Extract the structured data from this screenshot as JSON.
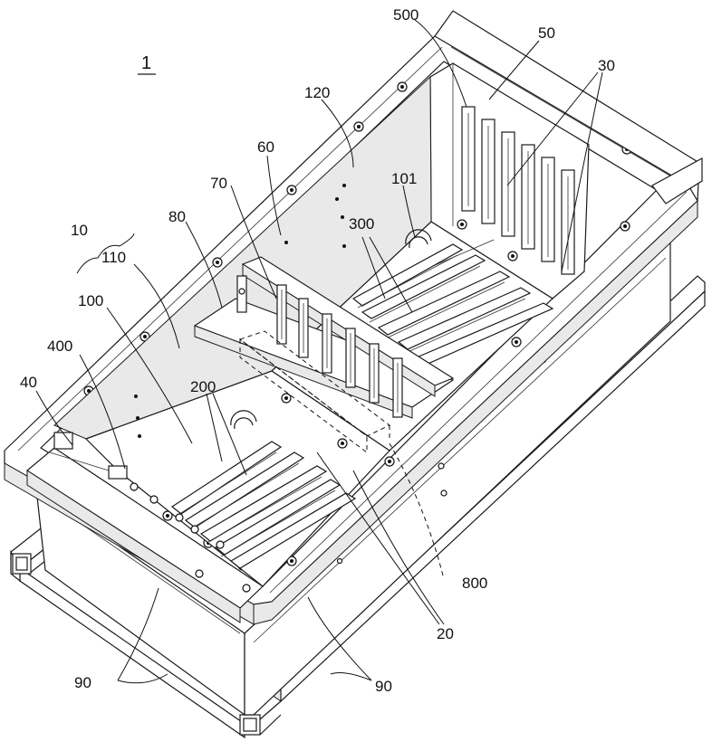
{
  "figure": {
    "figure_number": "1",
    "labels": {
      "l500": "500",
      "l50": "50",
      "l30": "30",
      "l120": "120",
      "l60": "60",
      "l101": "101",
      "l70": "70",
      "l80": "80",
      "l300": "300",
      "l10": "10",
      "l110": "110",
      "l100": "100",
      "l400": "400",
      "l40": "40",
      "l200": "200",
      "l800": "800",
      "l20": "20",
      "l90a": "90",
      "l90b": "90"
    }
  }
}
